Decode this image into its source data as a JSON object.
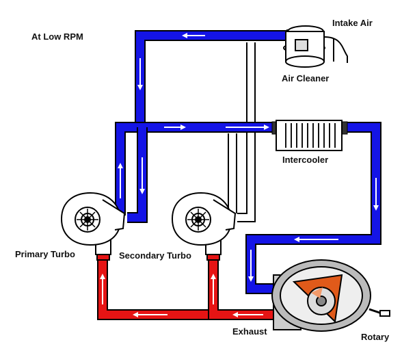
{
  "diagram": {
    "title": "At Low RPM",
    "labels": {
      "intake_air": "Intake Air",
      "air_cleaner": "Air Cleaner",
      "intercooler": "Intercooler",
      "primary_turbo": "Primary Turbo",
      "secondary_turbo": "Secondary Turbo",
      "exhaust": "Exhaust",
      "rotary": "Rotary"
    },
    "colors": {
      "intake_pipe": "#1414e6",
      "exhaust_pipe": "#e61414",
      "outline": "#000000",
      "flow_arrow": "#ffffff",
      "rotor": "#e05a1a"
    }
  }
}
